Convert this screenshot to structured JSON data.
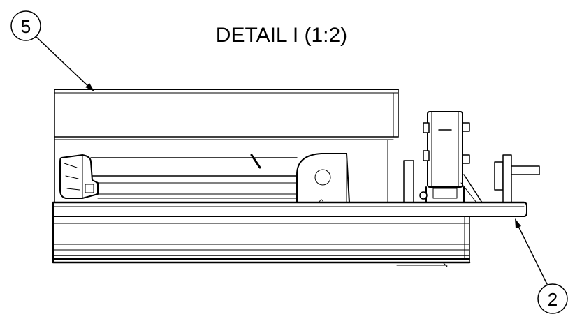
{
  "title": "DETAIL I (1:2)",
  "balloons": [
    {
      "label": "5"
    },
    {
      "label": "2"
    }
  ]
}
